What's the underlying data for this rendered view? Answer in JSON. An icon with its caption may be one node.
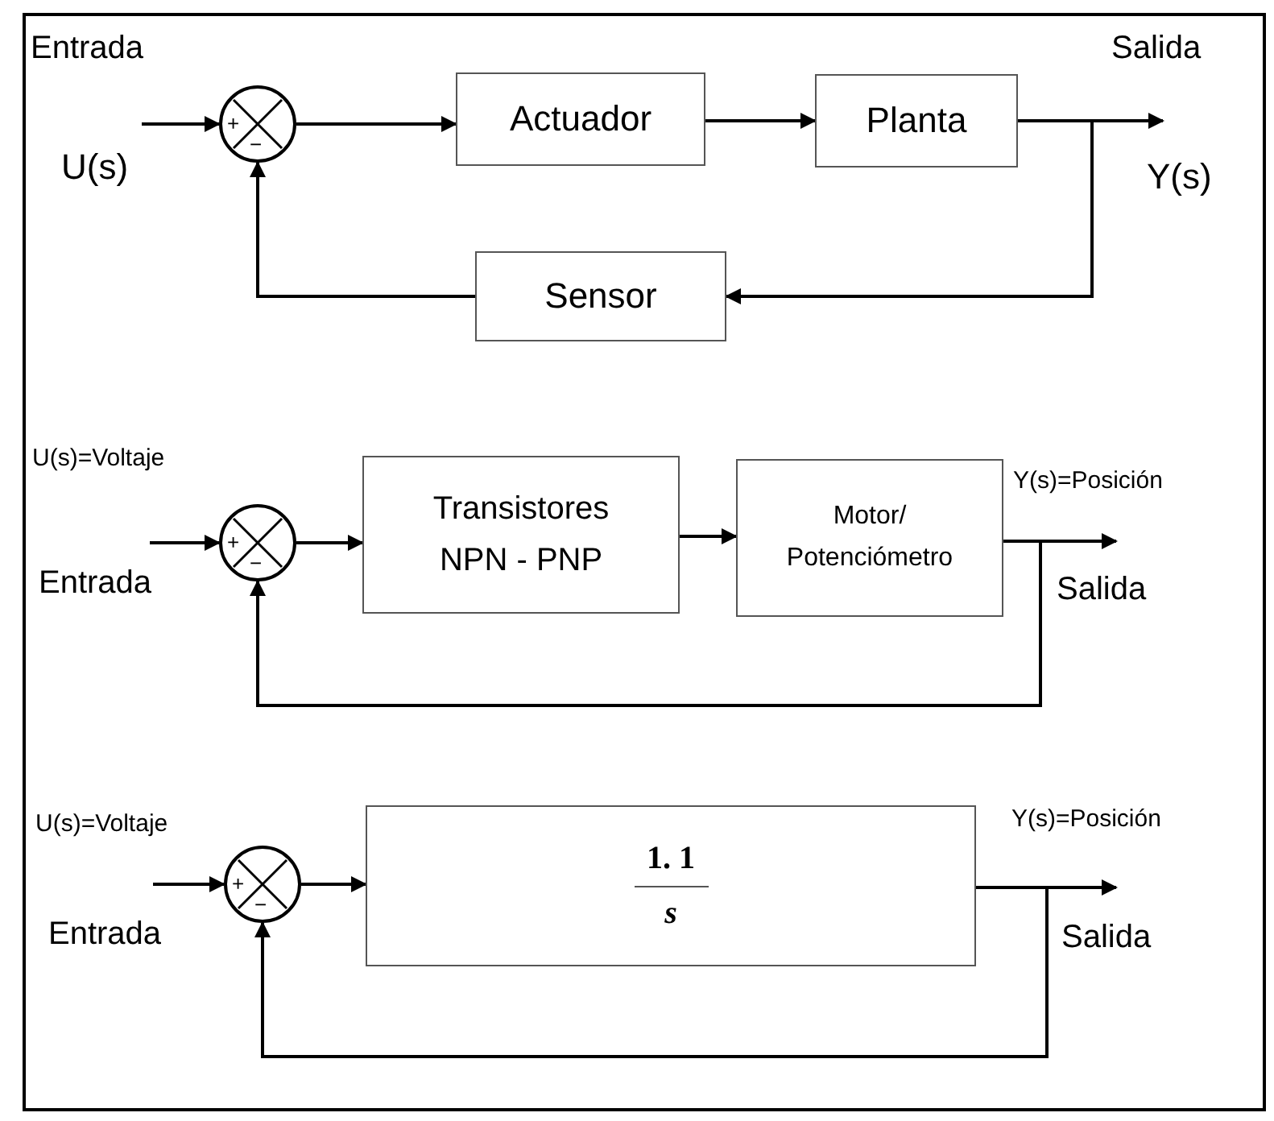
{
  "diagram": {
    "nodes": [
      {
        "text": [
          "+",
          "−"
        ]
      },
      {
        "text": [
          "Actuador"
        ]
      },
      {
        "text": [
          "Planta"
        ]
      },
      {
        "text": [
          "Sensor"
        ]
      },
      {
        "text": [
          "+",
          "−"
        ]
      },
      {
        "text": [
          "Transistores NPN - PNP"
        ]
      },
      {
        "text": [
          "Motor/ Potenciómetro"
        ]
      },
      {
        "text": [
          "+",
          "−"
        ]
      },
      {
        "text": [
          "1. 1",
          "s"
        ]
      }
    ],
    "edges": [
      {
        "from": null,
        "to": 0,
        "arrow": "to"
      },
      {
        "from": 0,
        "to": 1,
        "arrow": "to"
      },
      {
        "from": 1,
        "to": 2,
        "arrow": "to"
      },
      {
        "from": 2,
        "to": null,
        "arrow": "to"
      },
      {
        "from": 2,
        "to": 3,
        "arrow": "to"
      },
      {
        "from": 3,
        "to": 0,
        "arrow": "to"
      },
      {
        "from": null,
        "to": 4,
        "arrow": "to"
      },
      {
        "from": 4,
        "to": 5,
        "arrow": "to"
      },
      {
        "from": 5,
        "to": 6,
        "arrow": "to"
      },
      {
        "from": 6,
        "to": null,
        "arrow": "to"
      },
      {
        "from": 6,
        "to": 4,
        "arrow": "to"
      },
      {
        "from": null,
        "to": 7,
        "arrow": "to"
      },
      {
        "from": 7,
        "to": 8,
        "arrow": "to"
      },
      {
        "from": 8,
        "to": null,
        "arrow": "to"
      },
      {
        "from": 8,
        "to": 7,
        "arrow": "to"
      }
    ],
    "labels": [
      "Entrada",
      "U(s)",
      "Salida",
      "Y(s)",
      "U(s)=Voltaje",
      "Entrada",
      "Y(s)=Posición",
      "Salida",
      "U(s)=Voltaje",
      "Entrada",
      "Y(s)=Posición",
      "Salida"
    ]
  }
}
